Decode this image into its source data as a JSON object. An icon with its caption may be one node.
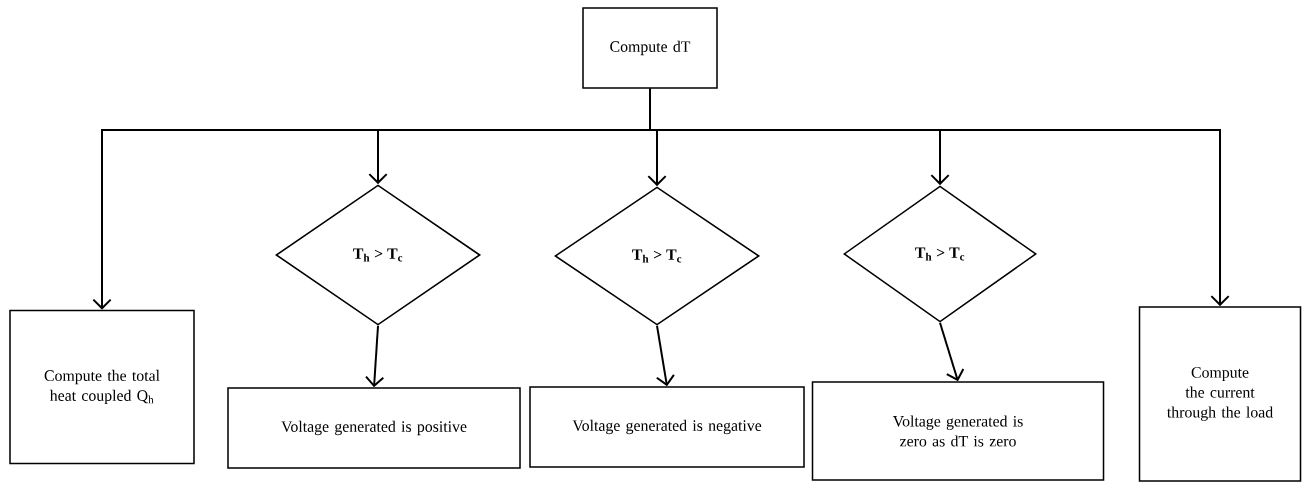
{
  "diagram": {
    "nodes": [
      {
        "text": [
          "Compute dT"
        ]
      },
      {
        "text": [
          "Compute the total heat coupled Q$_{h}$"
        ]
      },
      {
        "text": [
          "T$_{h}$ > T$_{c}$"
        ]
      },
      {
        "text": [
          "Voltage generated is positive"
        ]
      },
      {
        "text": [
          "T$_{h}$ > T$_{c}$"
        ]
      },
      {
        "text": [
          "Voltage generated is negative"
        ]
      },
      {
        "text": [
          "T$_{h}$ > T$_{c}$"
        ]
      },
      {
        "text": [
          "Voltage generated is zero as dT is zero"
        ]
      },
      {
        "text": [
          "Compute the current through the load"
        ]
      }
    ],
    "edges": [
      {
        "from": 0,
        "to": 1,
        "arrow": "to"
      },
      {
        "from": 0,
        "to": 2,
        "arrow": "to"
      },
      {
        "from": 0,
        "to": 4,
        "arrow": "to"
      },
      {
        "from": 0,
        "to": 6,
        "arrow": "to"
      },
      {
        "from": 0,
        "to": 8,
        "arrow": "to"
      },
      {
        "from": 2,
        "to": 3,
        "arrow": "to"
      },
      {
        "from": 4,
        "to": 5,
        "arrow": "to"
      },
      {
        "from": 6,
        "to": 7,
        "arrow": "to"
      }
    ]
  }
}
